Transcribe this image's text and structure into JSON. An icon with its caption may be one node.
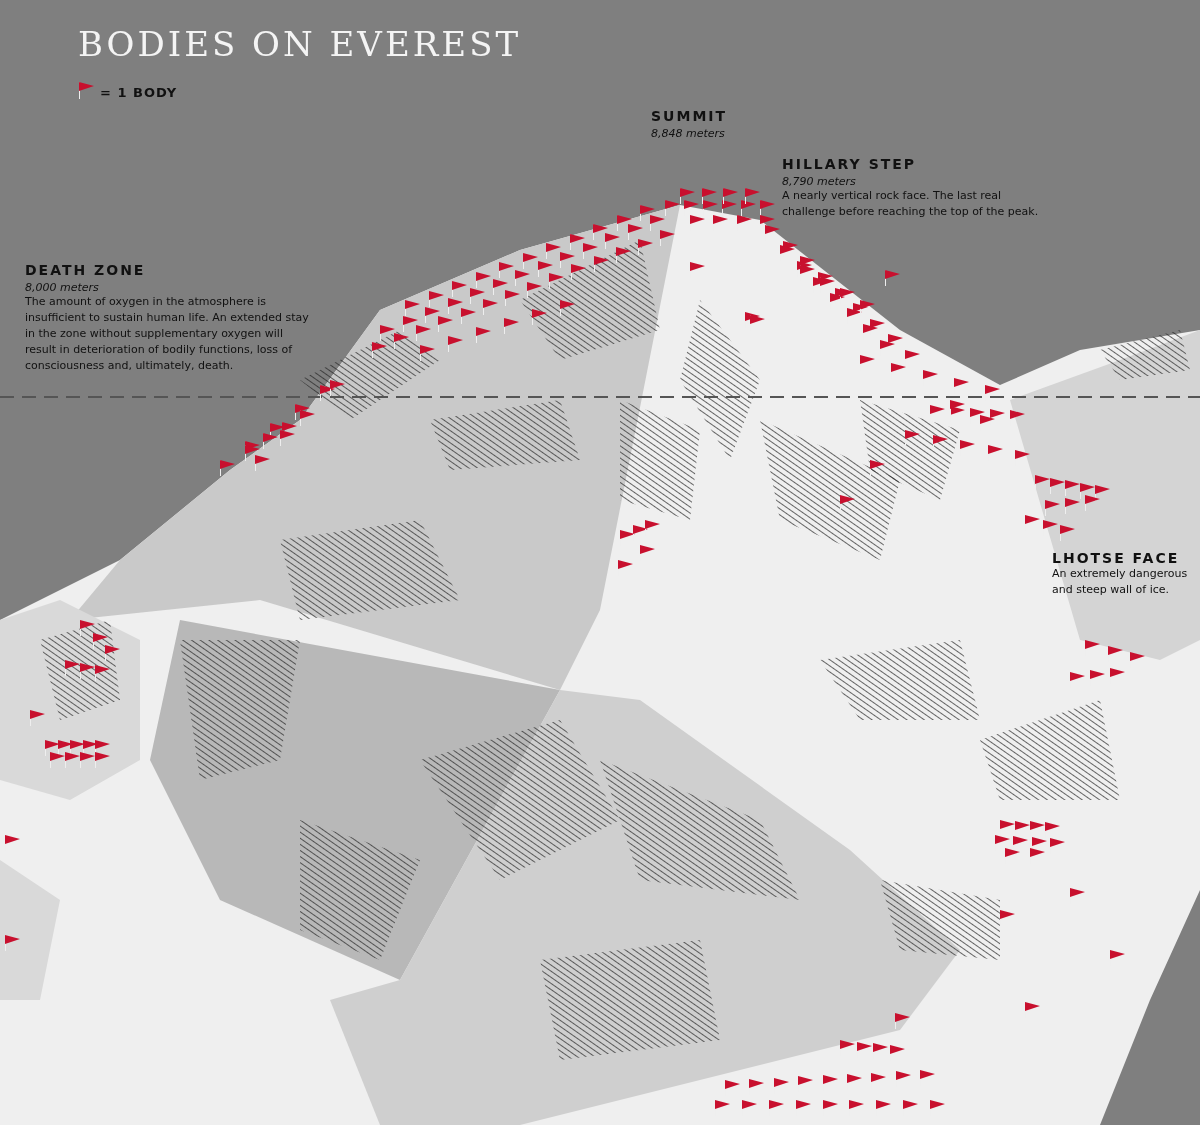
{
  "diagram": {
    "title": "BODIES ON EVEREST",
    "labels": [
      "SUMMIT",
      "8,848 meters",
      "HILLARY STEP",
      "8,790 meters",
      "A nearly vertical rock face. The last real challenge before reaching the top of the peak.",
      "DEATH ZONE",
      "8,000 meters",
      "The amount of oxygen in the atmosphere is insufficient to sustain human life. An extended stay in the zone without supplementary oxygen will result in deterioration of bodily functions, loss of consciousness and, ultimately, death.",
      "LHOTSE FACE",
      "An extremely dangerous and steep wall of ice."
    ],
    "legend": [
      {
        "text": "= 1 BODY"
      }
    ]
  }
}
